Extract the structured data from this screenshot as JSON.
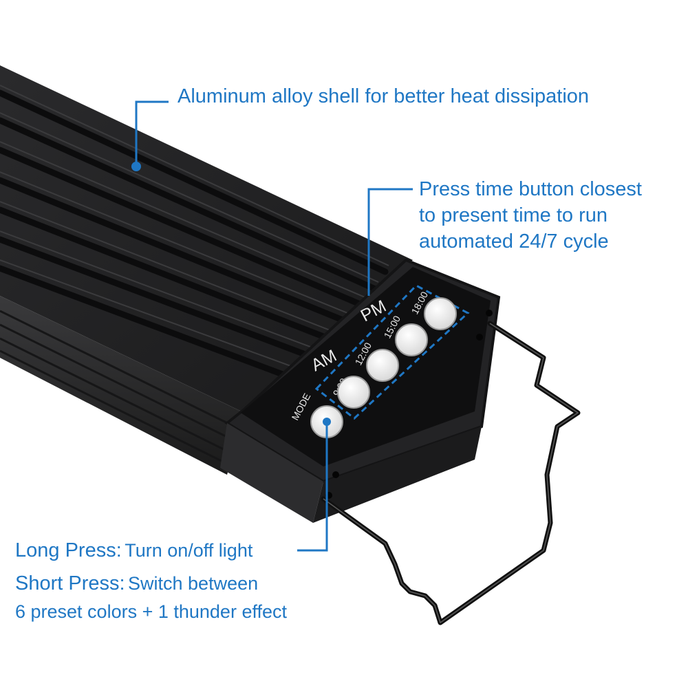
{
  "colors": {
    "accent": "#1f77c4",
    "housing": "#1c1c1e",
    "panel": "#0f0f10",
    "button": "#f2f2f2",
    "bracket": "#111111"
  },
  "callouts": {
    "shell": {
      "text": "Aluminum alloy shell for better heat dissipation"
    },
    "time_button": {
      "line1": "Press time button closest",
      "line2": "to present time to run",
      "line3": "automated 24/7 cycle"
    },
    "long_press": {
      "key": "Long Press:",
      "value": "Turn on/off light"
    },
    "short_press": {
      "key": "Short Press:",
      "value": "Switch between",
      "line2": "6 preset colors + 1 thunder effect"
    }
  },
  "control_panel": {
    "am_label": "AM",
    "pm_label": "PM",
    "mode_label": "MODE",
    "times": [
      "9:00",
      "12:00",
      "15:00",
      "18:00"
    ]
  },
  "icons": [
    "bullet-dot-icon",
    "mode-button-icon",
    "time-button-icon",
    "bracket-icon"
  ]
}
